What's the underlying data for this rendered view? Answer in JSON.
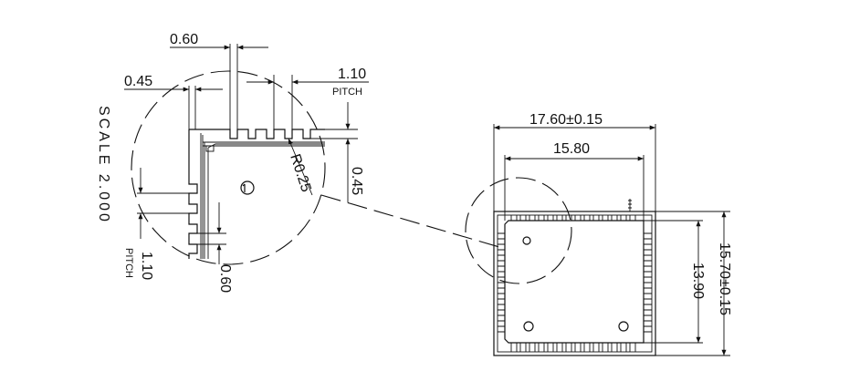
{
  "detail": {
    "dim_pad_width": "0.60",
    "dim_gap": "0.45",
    "dim_pitch_value": "1.10",
    "dim_pitch_word": "PITCH",
    "dim_radius": "R0.25",
    "dim_right_045": "0.45",
    "scale_text": "SCALE    2.000",
    "dim_left_pitch_value": "1.10",
    "dim_left_pitch_word": "PITCH",
    "dim_bottom_060": "0.60"
  },
  "module": {
    "dim_outer_width": "17.60±0.15",
    "dim_inner_width": "15.80",
    "dim_inner_height": "13.90",
    "dim_outer_height": "15.70±0.15"
  }
}
